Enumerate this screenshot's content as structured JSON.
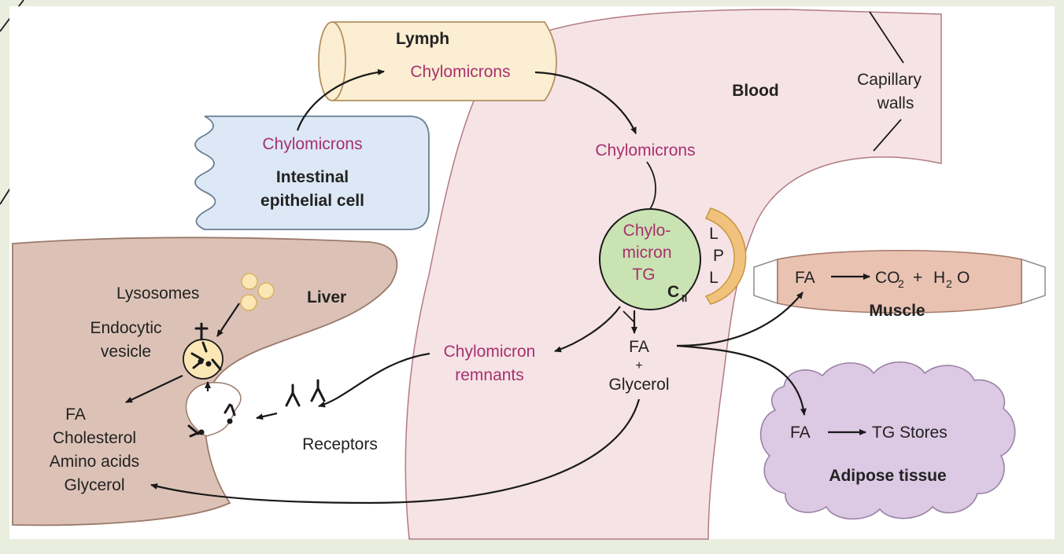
{
  "labels": {
    "lymph": "Lymph",
    "blood": "Blood",
    "capillary_walls_1": "Capillary",
    "capillary_walls_2": "walls",
    "chylomicrons_lymph": "Chylomicrons",
    "chylomicrons_intestine": "Chylomicrons",
    "intestinal_1": "Intestinal",
    "intestinal_2": "epithelial cell",
    "chylomicrons_blood": "Chylomicrons",
    "chylo_tg_1": "Chylo-",
    "chylo_tg_2": "micron",
    "chylo_tg_3": "TG",
    "cii_c": "C",
    "cii_sub": "II",
    "lpl_l1": "L",
    "lpl_p": "P",
    "lpl_l2": "L",
    "muscle_fa": "FA",
    "muscle_co2": "CO",
    "muscle_co2_sub": "2",
    "muscle_plus": "+",
    "muscle_h2o_h": "H",
    "muscle_h2o_sub": "2",
    "muscle_h2o_o": "O",
    "muscle": "Muscle",
    "remnants_1": "Chylomicron",
    "remnants_2": "remnants",
    "fa": "FA",
    "plus": "+",
    "glycerol": "Glycerol",
    "adipose_fa": "FA",
    "adipose_tg": "TG Stores",
    "adipose": "Adipose tissue",
    "lysosomes": "Lysosomes",
    "liver": "Liver",
    "endocytic_1": "Endocytic",
    "endocytic_2": "vesicle",
    "liver_fa": "FA",
    "liver_cholesterol": "Cholesterol",
    "liver_amino": "Amino acids",
    "liver_glycerol": "Glycerol",
    "receptors": "Receptors"
  },
  "colors": {
    "background": "#e9eedf",
    "panel": "#ffffff",
    "blood": "#f6e3e6",
    "lymph": "#fbeed2",
    "intestine": "#dce8f5",
    "chylomicron": "#c9e3b2",
    "lpl": "#f0c27d",
    "muscle": "#e9c2b2",
    "liver": "#dcc2b6",
    "adipose": "#dcc9e3",
    "lysosome": "#fbe7b5",
    "highlight_text": "#a8306e"
  }
}
